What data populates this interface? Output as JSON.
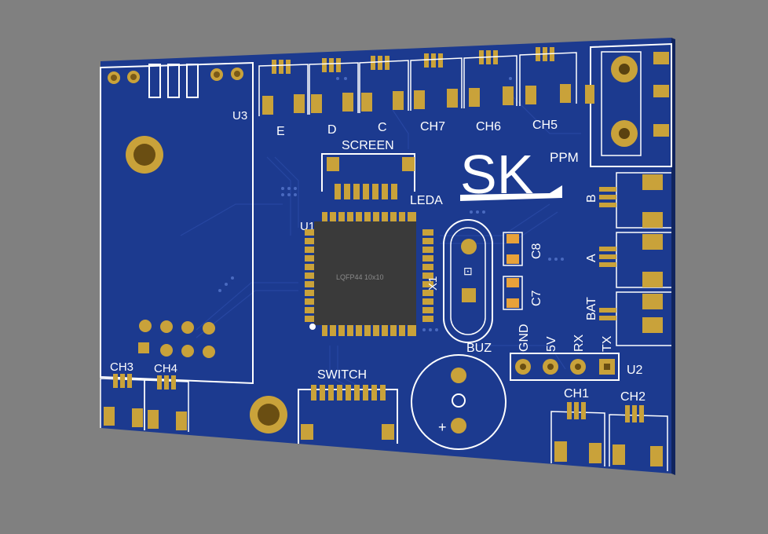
{
  "colors": {
    "background": "#808080",
    "board": "#1c3a8f",
    "board_dark": "#14307c",
    "silkscreen": "#ffffff",
    "pad_gold": "#c9a23a",
    "pad_gold_dark": "#8f6e1c",
    "chip": "#3a3a3a",
    "capacitor": "#e8a23a"
  },
  "connector_labels": [
    "E",
    "D",
    "C",
    "CH7",
    "CH6",
    "CH5"
  ],
  "ppm_label": "PPM",
  "logo_text": "SK",
  "screen_label": "SCREEN",
  "leda_label": "LEDA",
  "u3_label": "U3",
  "u1_label": "U1",
  "chip_marking": "LQFP44 10x10",
  "crystal_label": "X1",
  "cap_labels": [
    "C8",
    "C7"
  ],
  "side_labels": [
    "B",
    "A",
    "BAT"
  ],
  "buzzer_label": "BUZ",
  "buzzer_plus": "+",
  "header_labels": [
    "GND",
    "5V",
    "RX",
    "TX"
  ],
  "u2_label": "U2",
  "switch_label": "SWITCH",
  "bottom_left_labels": [
    "CH3",
    "CH4"
  ],
  "bottom_right_labels": [
    "CH1",
    "CH2"
  ]
}
